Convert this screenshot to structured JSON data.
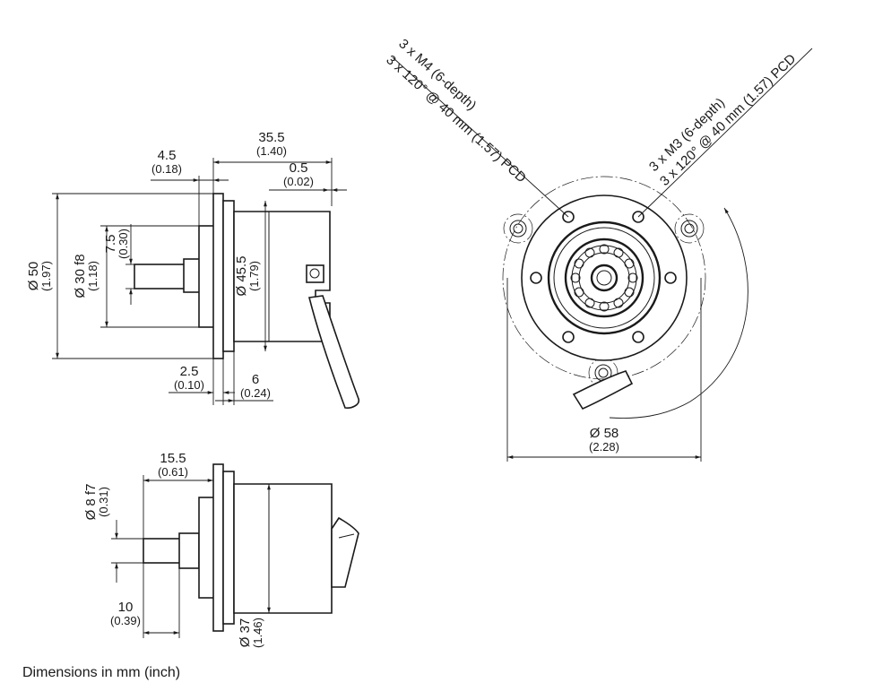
{
  "caption": "Dimensions in mm (inch)",
  "side_view": {
    "dim_35_5": "35.5",
    "dim_35_5_in": "(1.40)",
    "dim_4_5": "4.5",
    "dim_4_5_in": "(0.18)",
    "dim_0_5": "0.5",
    "dim_0_5_in": "(0.02)",
    "dim_d50": "Ø 50",
    "dim_d50_in": "(1.97)",
    "dim_d30": "Ø 30 f8",
    "dim_d30_in": "(1.18)",
    "dim_7_5": "7.5",
    "dim_7_5_in": "(0.30)",
    "dim_d45_5": "Ø 45.5",
    "dim_d45_5_in": "(1.79)",
    "dim_2_5": "2.5",
    "dim_2_5_in": "(0.10)",
    "dim_6": "6",
    "dim_6_in": "(0.24)"
  },
  "shaft_view": {
    "dim_15_5": "15.5",
    "dim_15_5_in": "(0.61)",
    "dim_d8": "Ø 8 f7",
    "dim_d8_in": "(0.31)",
    "dim_10": "10",
    "dim_10_in": "(0.39)",
    "dim_d37": "Ø 37",
    "dim_d37_in": "(1.46)"
  },
  "front_view": {
    "m4_line1": "3 x M4 (6-depth)",
    "m4_line2": "3 x 120° @ 40 mm (1.57) PCD",
    "m3_line1": "3 x M3 (6-depth)",
    "m3_line2": "3 x 120° @ 40 mm (1.57) PCD",
    "dim_d58": "Ø 58",
    "dim_d58_in": "(2.28)"
  }
}
